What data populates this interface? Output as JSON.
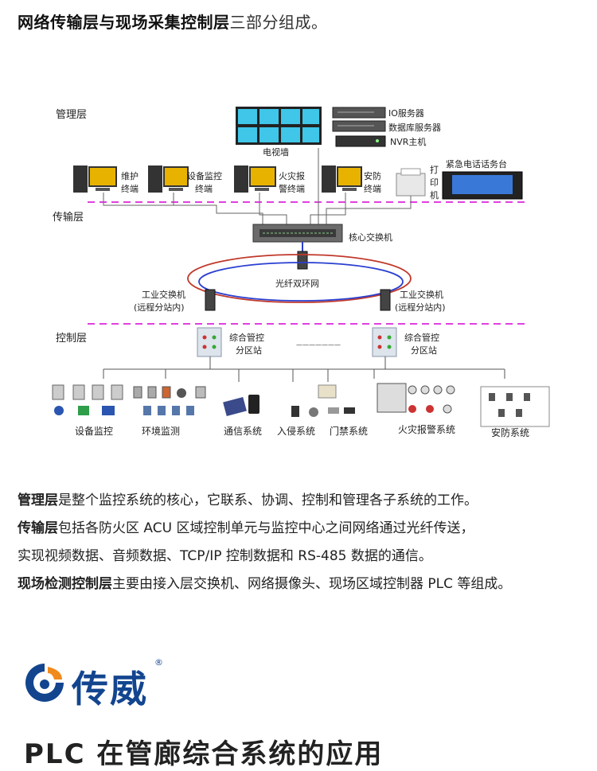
{
  "intro": {
    "bold": "网络传输层与现场采集控制层",
    "rest": "三部分组成。"
  },
  "layers": {
    "management": "管理层",
    "transmission": "传输层",
    "control": "控制层"
  },
  "devices": {
    "video_wall": "电视墙",
    "io_server": "IO服务器",
    "db_server": "数据库服务器",
    "nvr": "NVR主机",
    "emergency_desk": "紧急电话话务台",
    "printer": [
      "打",
      "印",
      "机"
    ],
    "terminals": [
      [
        "维护",
        "终端"
      ],
      [
        "设备监控",
        "终端"
      ],
      [
        "火灾报",
        "警终端"
      ],
      [
        "安防",
        "终端"
      ]
    ],
    "core_switch": "核心交换机",
    "fiber_ring": "光纤双环网",
    "industrial_switch": [
      "工业交换机",
      "(远程分站内)"
    ],
    "substation": [
      "综合管控",
      "分区站"
    ],
    "dashes": "———————"
  },
  "subsystems": [
    "设备监控",
    "环境监测",
    "通信系统",
    "入侵系统",
    "门禁系统",
    "火灾报警系统",
    "安防系统"
  ],
  "paragraphs": [
    {
      "bold": "管理层",
      "rest": "是整个监控系统的核心，它联系、协调、控制和管理各子系统的工作。"
    },
    {
      "bold": "传输层",
      "rest": "包括各防火区 ACU 区域控制单元与监控中心之间网络通过光纤传送，"
    },
    {
      "bold": "",
      "rest": "实现视频数据、音频数据、TCP/IP 控制数据和 RS-485 数据的通信。"
    },
    {
      "bold": "现场检测控制层",
      "rest": "主要由接入层交换机、网络摄像头、现场区域控制器 PLC 等组成。"
    }
  ],
  "logo": {
    "text": "传威",
    "reg": "®"
  },
  "bottom_title": "PLC 在管廊综合系统的应用",
  "colors": {
    "layer_divider": "#e040e0",
    "ring_red": "#c0392b",
    "ring_blue": "#2a3fd0",
    "brand": "#13458f"
  }
}
